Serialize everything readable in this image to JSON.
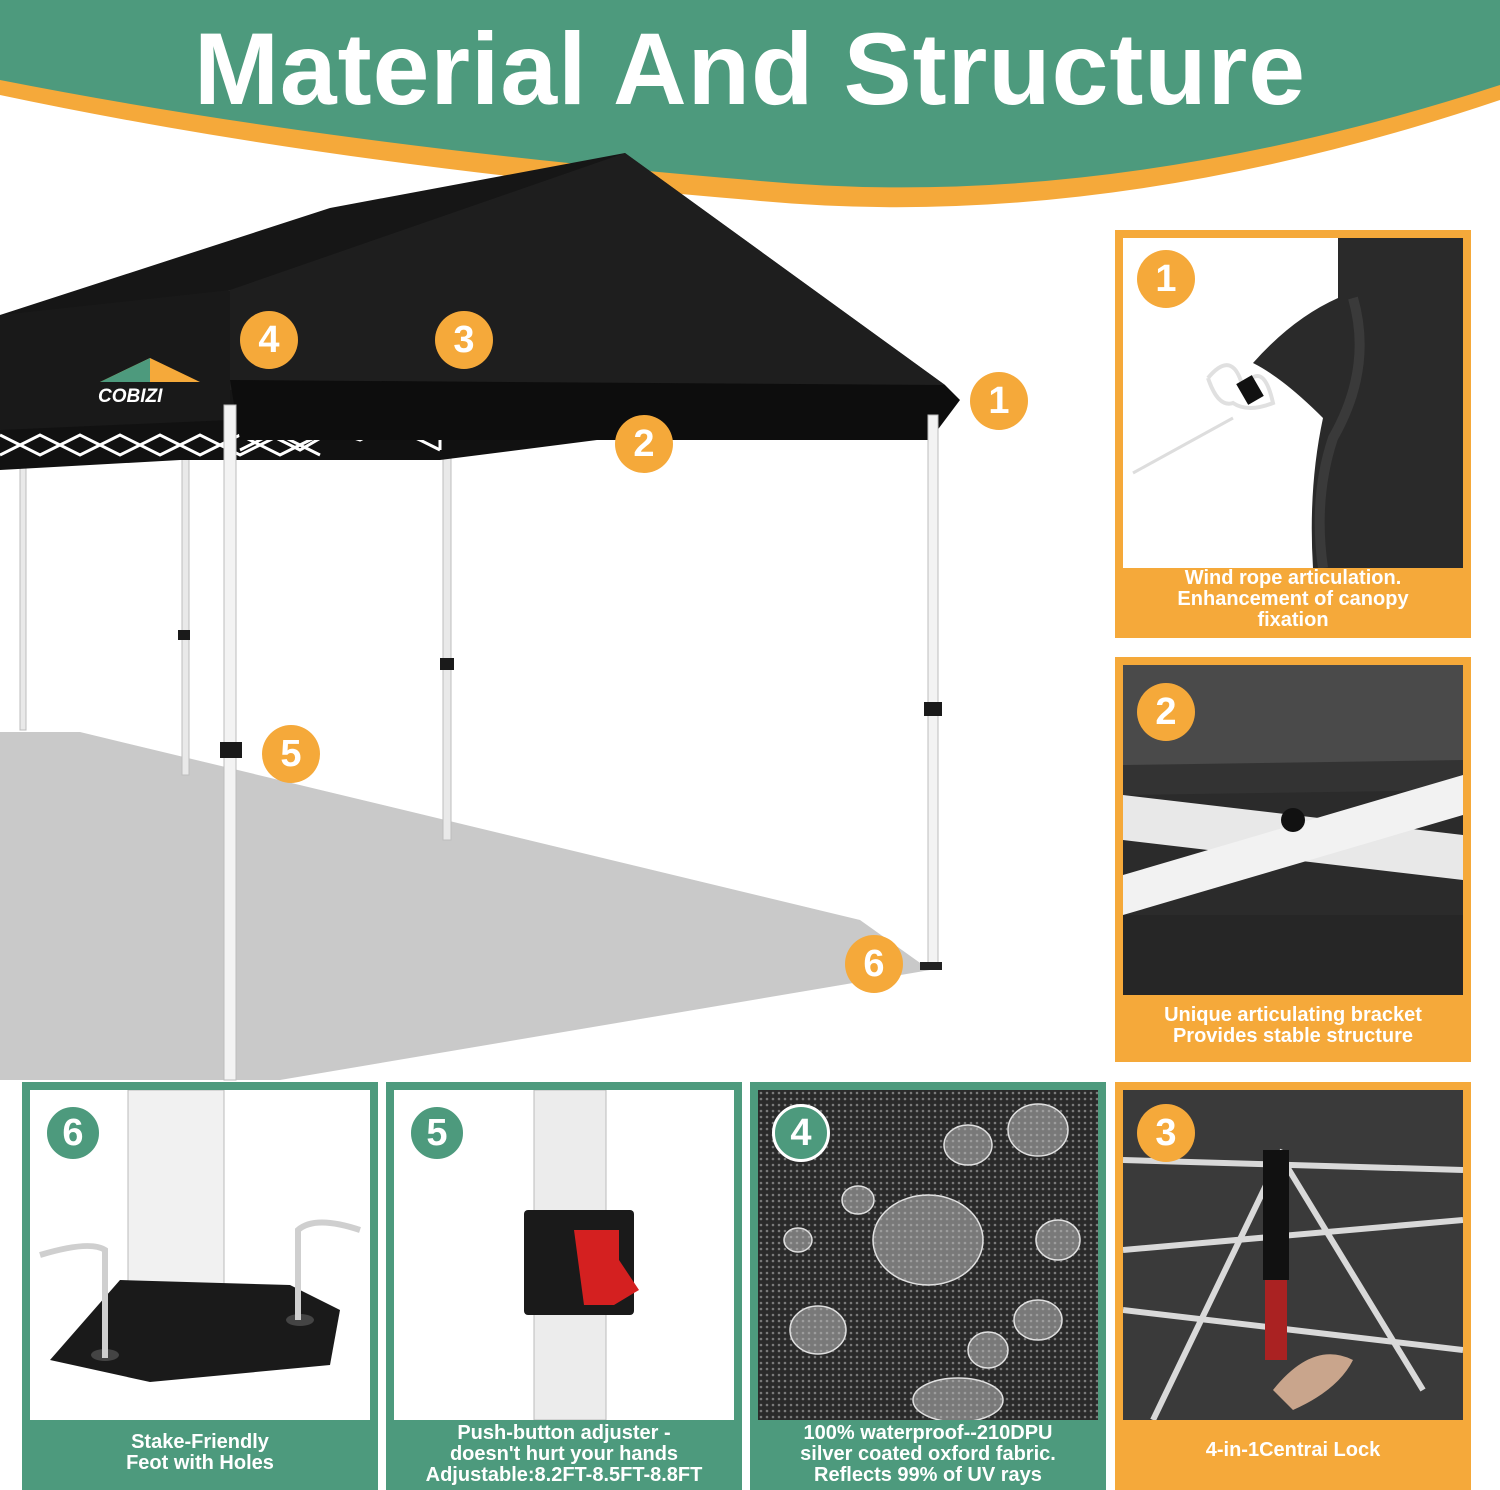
{
  "header": {
    "title": "Material And Structure",
    "green": "#4d9a7d",
    "orange": "#f5a93a"
  },
  "main_image": {
    "brand_logo": "COBIZI",
    "callouts": [
      "1",
      "2",
      "3",
      "4",
      "5",
      "6"
    ]
  },
  "right_panels": [
    {
      "number": "1",
      "caption": [
        "Wind rope articulation.",
        "Enhancement of canopy",
        "fixation"
      ]
    },
    {
      "number": "2",
      "caption": [
        "Unique articulating bracket",
        "Provides stable structure"
      ]
    },
    {
      "number": "3",
      "caption": [
        "4-in-1Centrai Lock"
      ]
    }
  ],
  "bottom_panels": [
    {
      "number": "6",
      "caption": [
        "Stake-Friendly",
        "Feot with Holes"
      ]
    },
    {
      "number": "5",
      "caption": [
        "Push-button adjuster -",
        "doesn't hurt your hands",
        "Adjustable:8.2FT-8.5FT-8.8FT"
      ]
    },
    {
      "number": "4",
      "caption": [
        "100% waterproof--210DPU",
        "silver coated oxford fabric.",
        "Reflects 99% of UV rays"
      ]
    }
  ]
}
